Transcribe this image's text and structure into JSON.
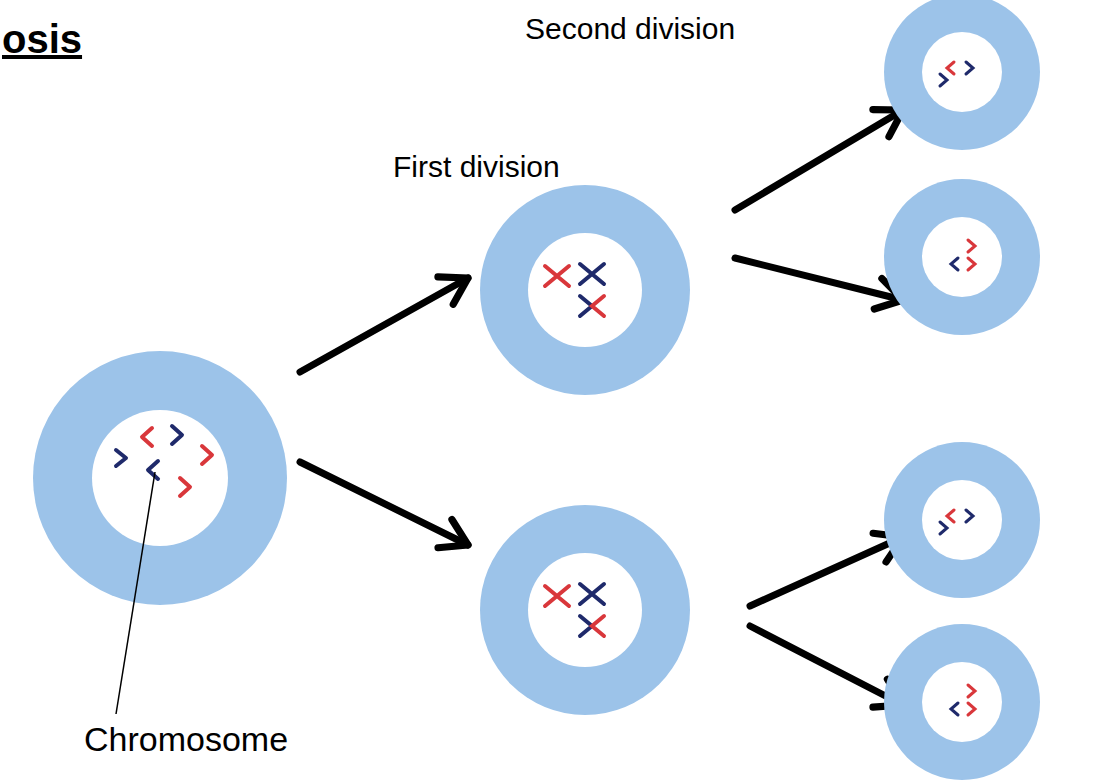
{
  "diagram": {
    "title": "osis",
    "labels": [
      "Second division",
      "First division",
      "Chromosome"
    ]
  }
}
